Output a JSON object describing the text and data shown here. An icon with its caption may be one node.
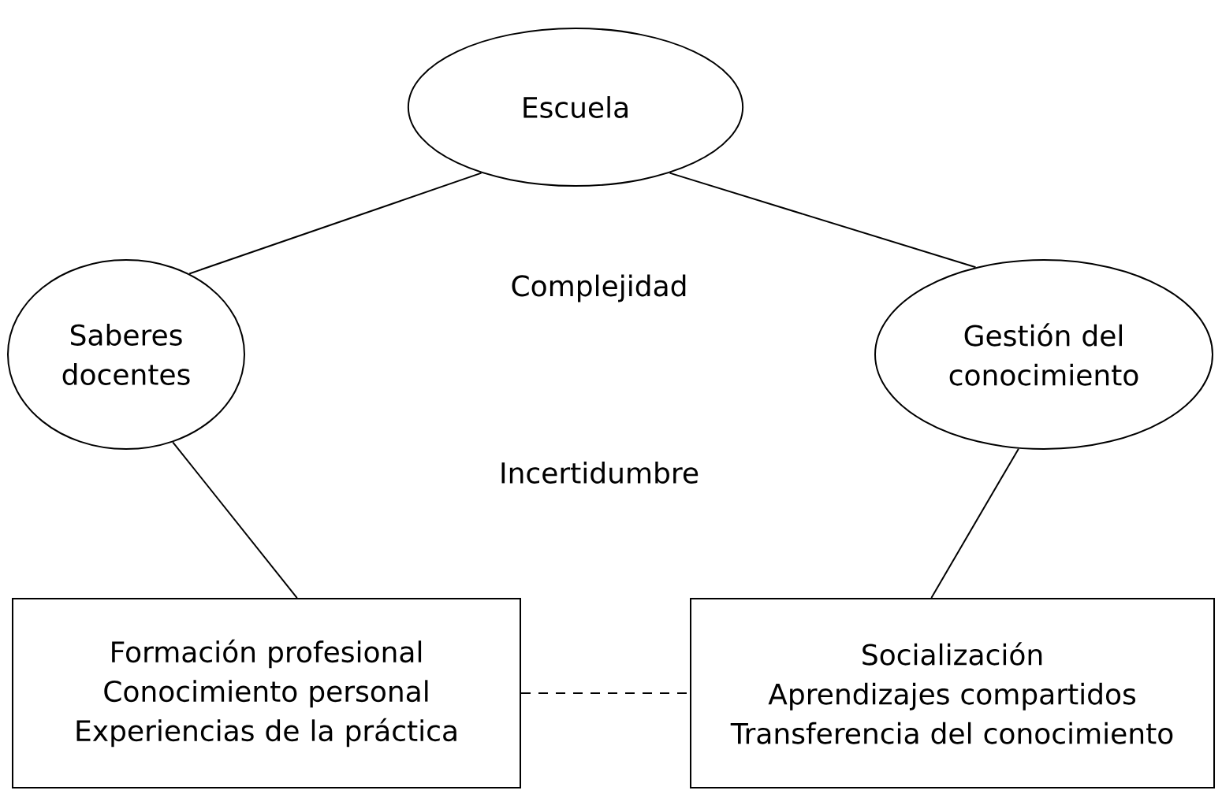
{
  "diagram": {
    "nodes": [
      {
        "text": [
          "Escuela"
        ]
      },
      {
        "text": [
          "Saberes docentes"
        ]
      },
      {
        "text": [
          "Gestión del conocimiento"
        ]
      },
      {
        "text": [
          "Formación profesional",
          "Conocimiento personal",
          "Experiencias de la práctica"
        ]
      },
      {
        "text": [
          "Socialización",
          "Aprendizajes compartidos",
          "Transferencia del conocimiento"
        ]
      }
    ],
    "edges": [
      {
        "from": 0,
        "to": 1,
        "arrow": "none"
      },
      {
        "from": 0,
        "to": 2,
        "arrow": "none"
      },
      {
        "from": 1,
        "to": 3,
        "arrow": "none"
      },
      {
        "from": 2,
        "to": 4,
        "arrow": "none"
      },
      {
        "from": 3,
        "to": 4,
        "arrow": "none",
        "style": "dashed"
      }
    ],
    "labels": [
      "Complejidad",
      "Incertidumbre"
    ]
  }
}
